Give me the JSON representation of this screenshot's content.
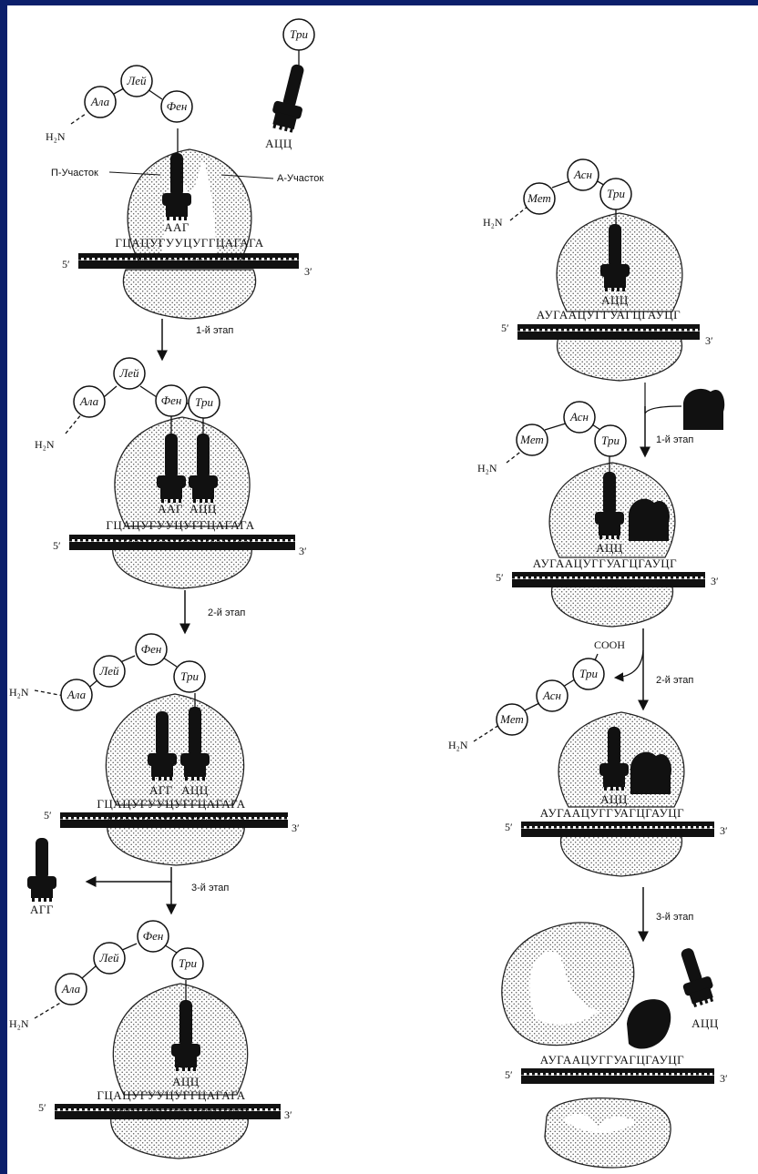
{
  "left": {
    "labels": {
      "p_site": "П-Участок",
      "a_site": "А-Участок",
      "stage1": "1-й этап",
      "stage2": "2-й этап",
      "stage3": "3-й этап"
    },
    "panel1": {
      "h2n": "H₂N",
      "aa": [
        "Ала",
        "Лей",
        "Фен"
      ],
      "free_trna_aa": "Три",
      "free_anticodon": "АЦЦ",
      "anticodon": "ААГ",
      "mrna": "ГЦАЦУГУУЦУГГЦАГАГА",
      "five": "5′",
      "three": "3′"
    },
    "panel2": {
      "h2n": "H₂N",
      "aa": [
        "Ала",
        "Лей",
        "Фен",
        "Три"
      ],
      "anticodon_p": "ААГ",
      "anticodon_a": "АЦЦ",
      "mrna": "ГЦАЦУГУУЦУГГЦАГАГА",
      "five": "5′",
      "three": "3′"
    },
    "panel3": {
      "h2n": "H₂N",
      "aa": [
        "Ала",
        "Лей",
        "Фен",
        "Три"
      ],
      "anticodon_p": "АГГ",
      "anticodon_a": "АЦЦ",
      "mrna": "ГЦАЦУГУУЦУГГЦАГАГА",
      "five": "5′",
      "three": "3′"
    },
    "released_trna": "АГГ",
    "panel4": {
      "h2n": "H₂N",
      "aa": [
        "Ала",
        "Лей",
        "Фен",
        "Три"
      ],
      "anticodon": "АЦЦ",
      "mrna": "ГЦАЦУГУУЦУГГЦАГАГА",
      "five": "5′",
      "three": "3′"
    }
  },
  "right": {
    "labels": {
      "stage1": "1-й этап",
      "stage2": "2-й этап",
      "stage3": "3-й этап",
      "cooh": "COOH"
    },
    "panel1": {
      "h2n": "H₂N",
      "aa": [
        "Мет",
        "Асн",
        "Три"
      ],
      "anticodon": "АЦЦ",
      "mrna": "АУГААЦУГГУАГЦГАУЦГ",
      "five": "5′",
      "three": "3′"
    },
    "panel2": {
      "h2n": "H₂N",
      "aa": [
        "Мет",
        "Асн",
        "Три"
      ],
      "anticodon": "АЦЦ",
      "mrna": "АУГААЦУГГУАГЦГАУЦГ",
      "five": "5′",
      "three": "3′"
    },
    "panel3": {
      "h2n": "H₂N",
      "aa": [
        "Мет",
        "Асн",
        "Три"
      ],
      "anticodon": "АЦЦ",
      "mrna": "АУГААЦУГГУАГЦГАУЦГ",
      "five": "5′",
      "three": "3′"
    },
    "panel4": {
      "released_anticodon": "АЦЦ",
      "mrna": "АУГААЦУГГУАГЦГАУЦГ",
      "five": "5′",
      "three": "3′"
    }
  }
}
